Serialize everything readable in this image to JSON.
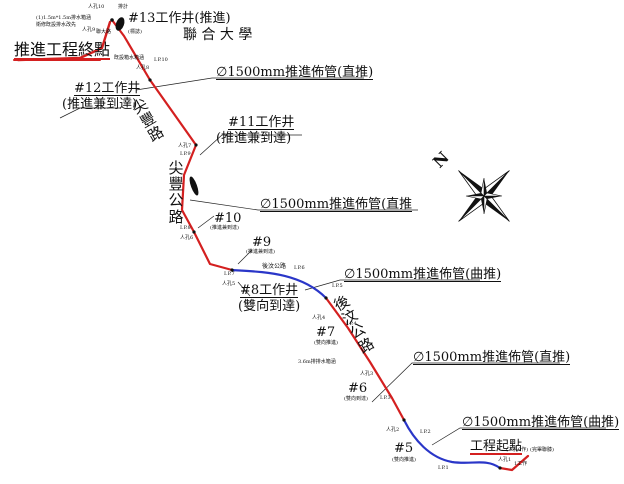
{
  "colors": {
    "pipe_straight": "#d42020",
    "pipe_curved": "#2a36c8",
    "ink": "#111111"
  },
  "title_marks": {
    "end_point": "推進工程終點",
    "start_point": "工程起點",
    "university": "聯 合 大 學"
  },
  "pipes": [
    {
      "label": "∅1500mm推進佈管(直推)",
      "kind": "straight"
    },
    {
      "label": "∅1500mm推進佈管(直推",
      "kind": "straight"
    },
    {
      "label": "∅1500mm推進佈管(曲推)",
      "kind": "curved"
    },
    {
      "label": "∅1500mm推進佈管(直推)",
      "kind": "straight"
    },
    {
      "label": "∅1500mm推進佈管(曲推)",
      "kind": "curved"
    }
  ],
  "shafts": {
    "s13": {
      "name": "#13工作井(推進)"
    },
    "s12": {
      "name": "#12工作井",
      "note": "(推進兼到達)"
    },
    "s11": {
      "name": "#11工作井",
      "note": "(推進兼到達)"
    },
    "s10": {
      "name": "#10",
      "sub": "(推進兼到達)"
    },
    "s9": {
      "name": "#9",
      "sub": "(推進兼到達)"
    },
    "s8": {
      "name": "#8工作井",
      "note": "(雙向到達)"
    },
    "s7": {
      "name": "#7",
      "sub": "(雙向推進)"
    },
    "s6": {
      "name": "#6",
      "sub": "(雙向到達)"
    },
    "s5": {
      "name": "#5",
      "sub": "(雙向推進)"
    }
  },
  "roads": {
    "jianfeng_1": "尖豐路",
    "jianfeng_2": "尖豐公路",
    "houwen": "後汶公路",
    "houwen_small": "後汶公路"
  },
  "points": [
    "I.P.10",
    "I.P.9",
    "I.P.8",
    "I.P.7",
    "I.P.6",
    "I.P.5",
    "I.P.4",
    "I.P.3",
    "I.P.2",
    "I.P.1"
  ],
  "manholes": [
    "人孔8",
    "人孔7",
    "人孔6",
    "人孔5",
    "人孔4",
    "人孔3",
    "人孔2",
    "人孔1",
    "人孔9"
  ],
  "small_notes": {
    "top_left": "(1)1.5m*1.5m排水箱涵",
    "top_left_2": "衛修既設排水改先",
    "top_center": "人孔10",
    "top_right": "排計",
    "sign": "(標誌)",
    "culvert_1": "既設箱水箱涵",
    "culvert_2": "3.6m排排水箱涵",
    "start_note": "(人孔0作)",
    "start_note_2": "(完畢聯膝)",
    "start_shaft": "1工作",
    "top_small": "聯大路"
  },
  "compass": {
    "letter": "N"
  }
}
